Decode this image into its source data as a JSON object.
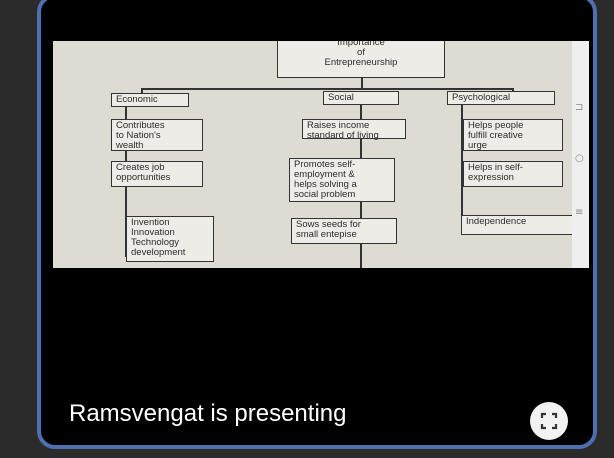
{
  "presenter": {
    "label": "Ramsvengat is presenting"
  },
  "slide": {
    "title": "Importance\nof\nEntrepreneurship",
    "categories": [
      {
        "name": "Economic",
        "items": [
          "Contributes\nto Nation's\nwealth",
          "Creates job\nopportunities",
          "Invention\nInnovation\nTechnology\ndevelopment"
        ]
      },
      {
        "name": "Social",
        "items": [
          "Raises income\nstandard of living",
          "Promotes self-\nemployment &\nhelps solving a\nsocial problem",
          "Sows seeds for\nsmall entepise"
        ]
      },
      {
        "name": "Psychological",
        "items": [
          "Helps people\nfulfill creative\nurge",
          "Helps in self-\nexpression",
          "Independence"
        ]
      }
    ]
  },
  "icons": {
    "fullscreen": "fullscreen-icon",
    "side": [
      "recent-apps-icon",
      "home-icon",
      "menu-icon"
    ]
  },
  "colors": {
    "frame_border": "#4e6fb0",
    "background": "#000000",
    "slide_bg": "#dedbd3"
  }
}
